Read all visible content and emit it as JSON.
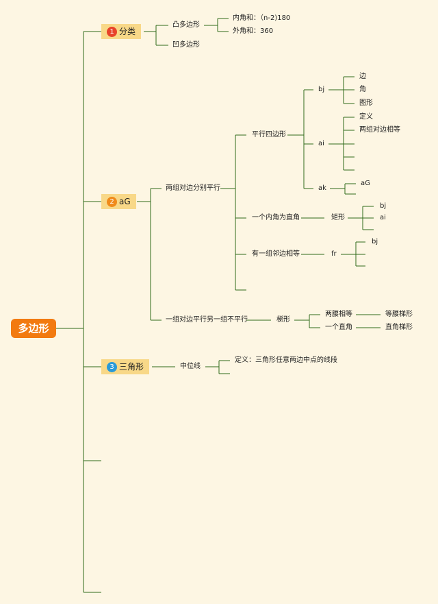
{
  "root": "多边形",
  "b1": {
    "num": "1",
    "label": "分类",
    "num_color": "#e8422a"
  },
  "b2": {
    "num": "2",
    "label": "aG",
    "num_color": "#f08a1a"
  },
  "b3": {
    "num": "3",
    "label": "三角形",
    "num_color": "#2a9ad8"
  },
  "classify": {
    "convex": "凸多边形",
    "concave": "凹多边形",
    "interior": "内角和：（n-2)180",
    "exterior": "外角和：360"
  },
  "ag": {
    "two_pairs": "两组对边分别平行",
    "parallelogram": "平行四边形",
    "bj": "bj",
    "bj_items": [
      "边",
      "角",
      "图形"
    ],
    "ai": "ai",
    "ai_items": [
      "定义",
      "两组对边相等"
    ],
    "ak": "ak",
    "ak_item": "aG",
    "right_angle": "一个内角为直角",
    "rectangle": "矩形",
    "rect_items": [
      "bj",
      "ai"
    ],
    "adjacent_equal": "有一组邻边相等",
    "fr": "fr",
    "fr_item": "bj",
    "one_pair": "一组对边平行另一组不平行",
    "trapezoid": "梯形",
    "isosceles_cond": "两腰相等",
    "isosceles": "等腰梯形",
    "right_cond": "一个直角",
    "right_trap": "直角梯形"
  },
  "triangle": {
    "midline": "中位线",
    "definition": "定义：三角形任意两边中点的线段"
  },
  "colors": {
    "line": "#2f6a1a",
    "root_bg": "#f27a10",
    "tag_bg": "#f8d888",
    "bg": "#fdf6e3"
  }
}
